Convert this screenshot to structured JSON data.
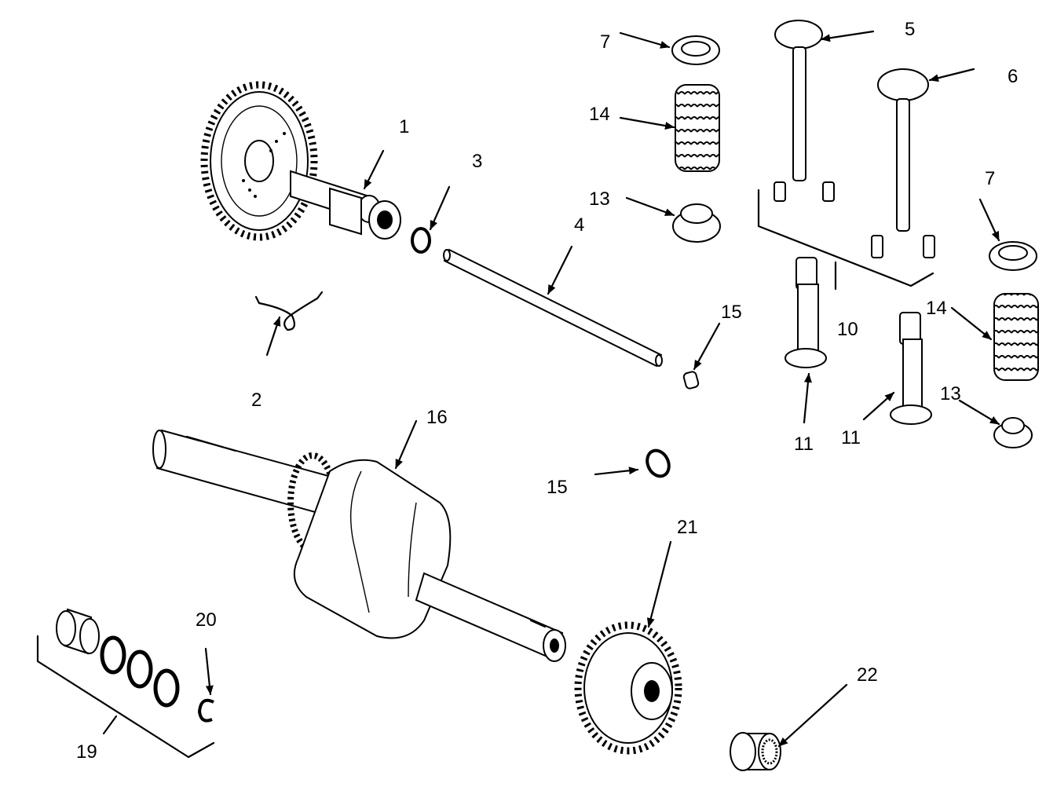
{
  "callouts": [
    {
      "id": "c1",
      "label": "1"
    },
    {
      "id": "c2",
      "label": "2"
    },
    {
      "id": "c3",
      "label": "3"
    },
    {
      "id": "c4",
      "label": "4"
    },
    {
      "id": "c5",
      "label": "5"
    },
    {
      "id": "c6",
      "label": "6"
    },
    {
      "id": "c7a",
      "label": "7"
    },
    {
      "id": "c7b",
      "label": "7"
    },
    {
      "id": "c10",
      "label": "10"
    },
    {
      "id": "c11a",
      "label": "11"
    },
    {
      "id": "c11b",
      "label": "11"
    },
    {
      "id": "c13a",
      "label": "13"
    },
    {
      "id": "c13b",
      "label": "13"
    },
    {
      "id": "c14a",
      "label": "14"
    },
    {
      "id": "c14b",
      "label": "14"
    },
    {
      "id": "c15a",
      "label": "15"
    },
    {
      "id": "c15b",
      "label": "15"
    },
    {
      "id": "c16",
      "label": "16"
    },
    {
      "id": "c19",
      "label": "19"
    },
    {
      "id": "c20",
      "label": "20"
    },
    {
      "id": "c21",
      "label": "21"
    },
    {
      "id": "c22",
      "label": "22"
    }
  ]
}
